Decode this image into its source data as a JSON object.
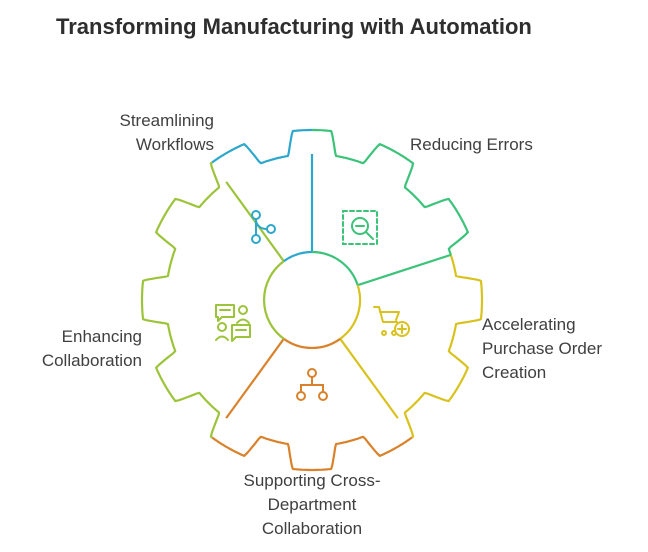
{
  "title": "Transforming Manufacturing with Automation",
  "segments": [
    {
      "id": "streamlining",
      "label": "Streamlining\nWorkflows",
      "icon": "workflow-branch-icon",
      "color": "#2ea7cc"
    },
    {
      "id": "errors",
      "label": "Reducing Errors",
      "icon": "magnify-minus-icon",
      "color": "#3cc37a"
    },
    {
      "id": "purchase",
      "label": "Accelerating\nPurchase Order\nCreation",
      "icon": "cart-plus-icon",
      "color": "#d9c21e"
    },
    {
      "id": "cross",
      "label": "Supporting Cross-\nDepartment\nCollaboration",
      "icon": "hierarchy-icon",
      "color": "#d9822b"
    },
    {
      "id": "collab",
      "label": "Enhancing\nCollaboration",
      "icon": "chat-people-icon",
      "color": "#9cc43a"
    }
  ]
}
